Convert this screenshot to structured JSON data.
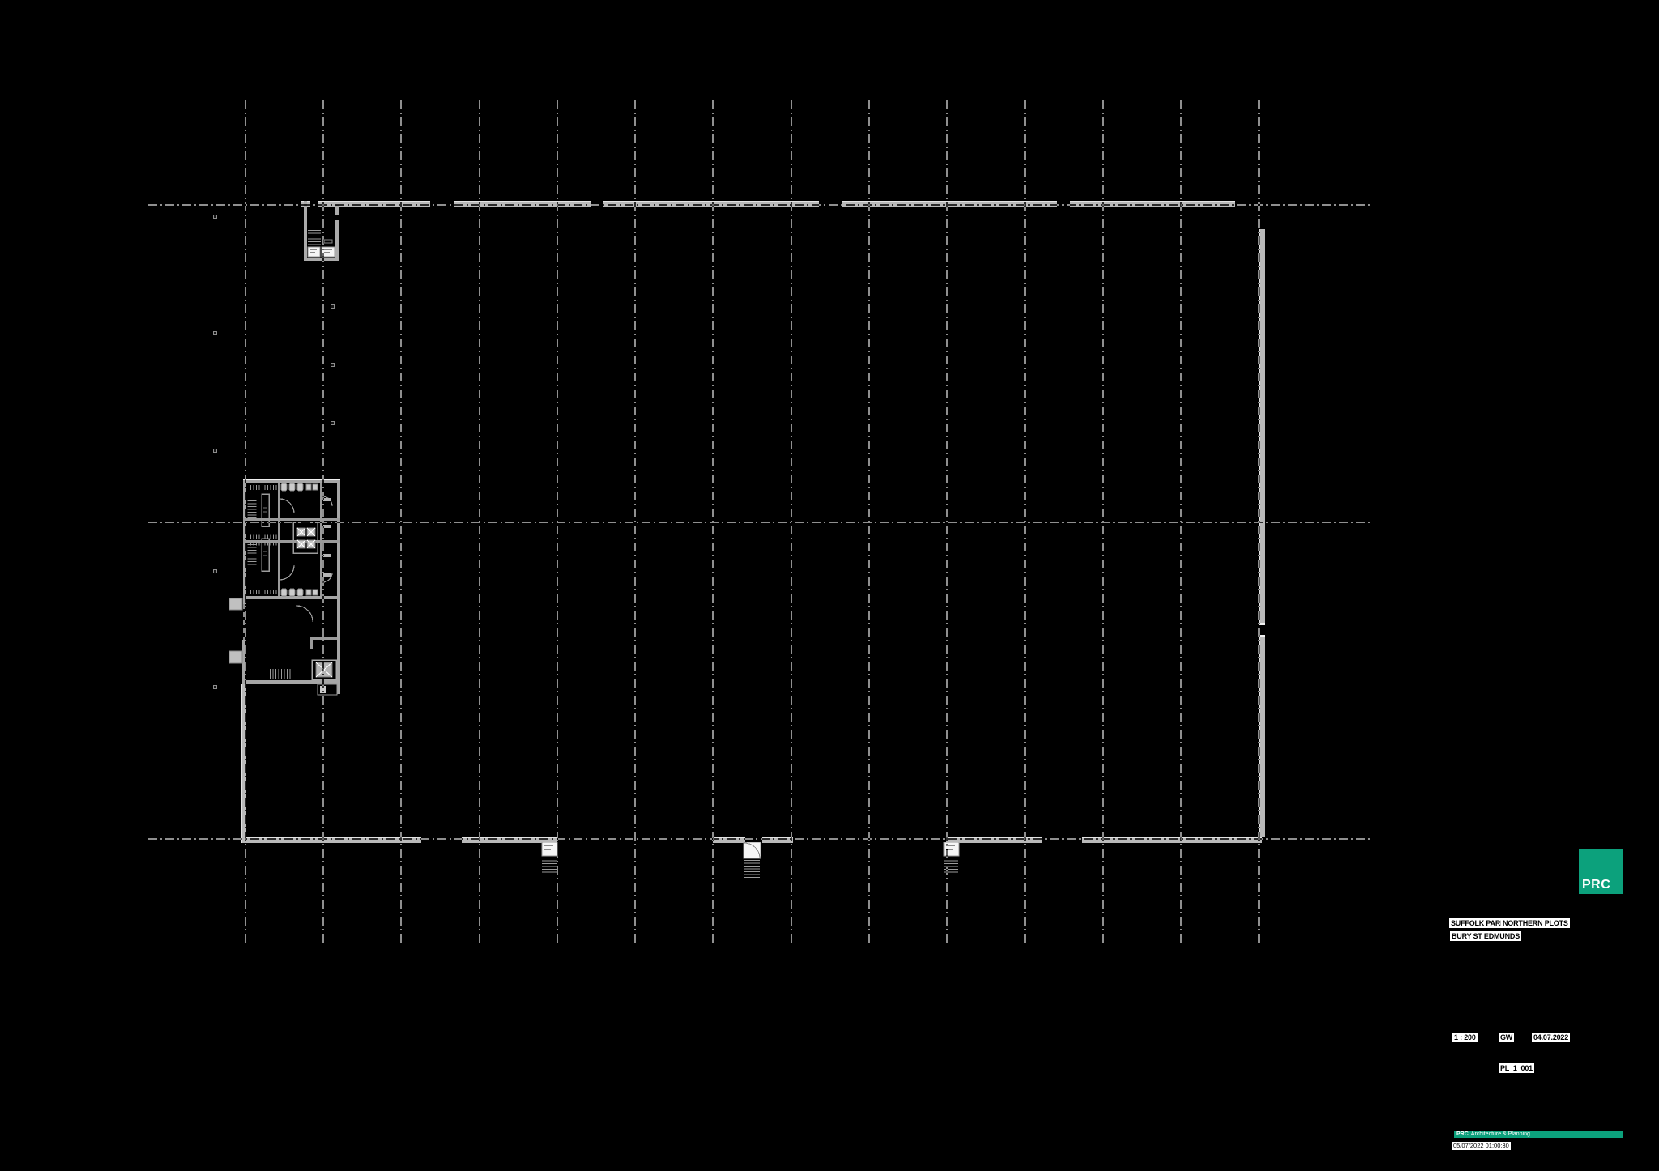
{
  "title_block": {
    "project_name_line1a": "SUFFOLK PARK -",
    "project_name_line1b": "NORTHERN PLOTS",
    "project_name_line2": "BURY ST EDMUNDS",
    "scale": "1 : 200",
    "drawn_by": "GW",
    "date": "04.07.2022",
    "drawing_number": "PL_1_001",
    "logo_text": "PRC",
    "footer": {
      "brand": "PRC",
      "name": "Architecture & Planning",
      "timestamp": "05/07/2022 01:00:30"
    }
  },
  "colors": {
    "background": "#000000",
    "brand_green": "#0ca17c",
    "grid_line": "#8f8f8f",
    "wall": "#b9b9b9",
    "core_wall": "#a6a6a6"
  }
}
